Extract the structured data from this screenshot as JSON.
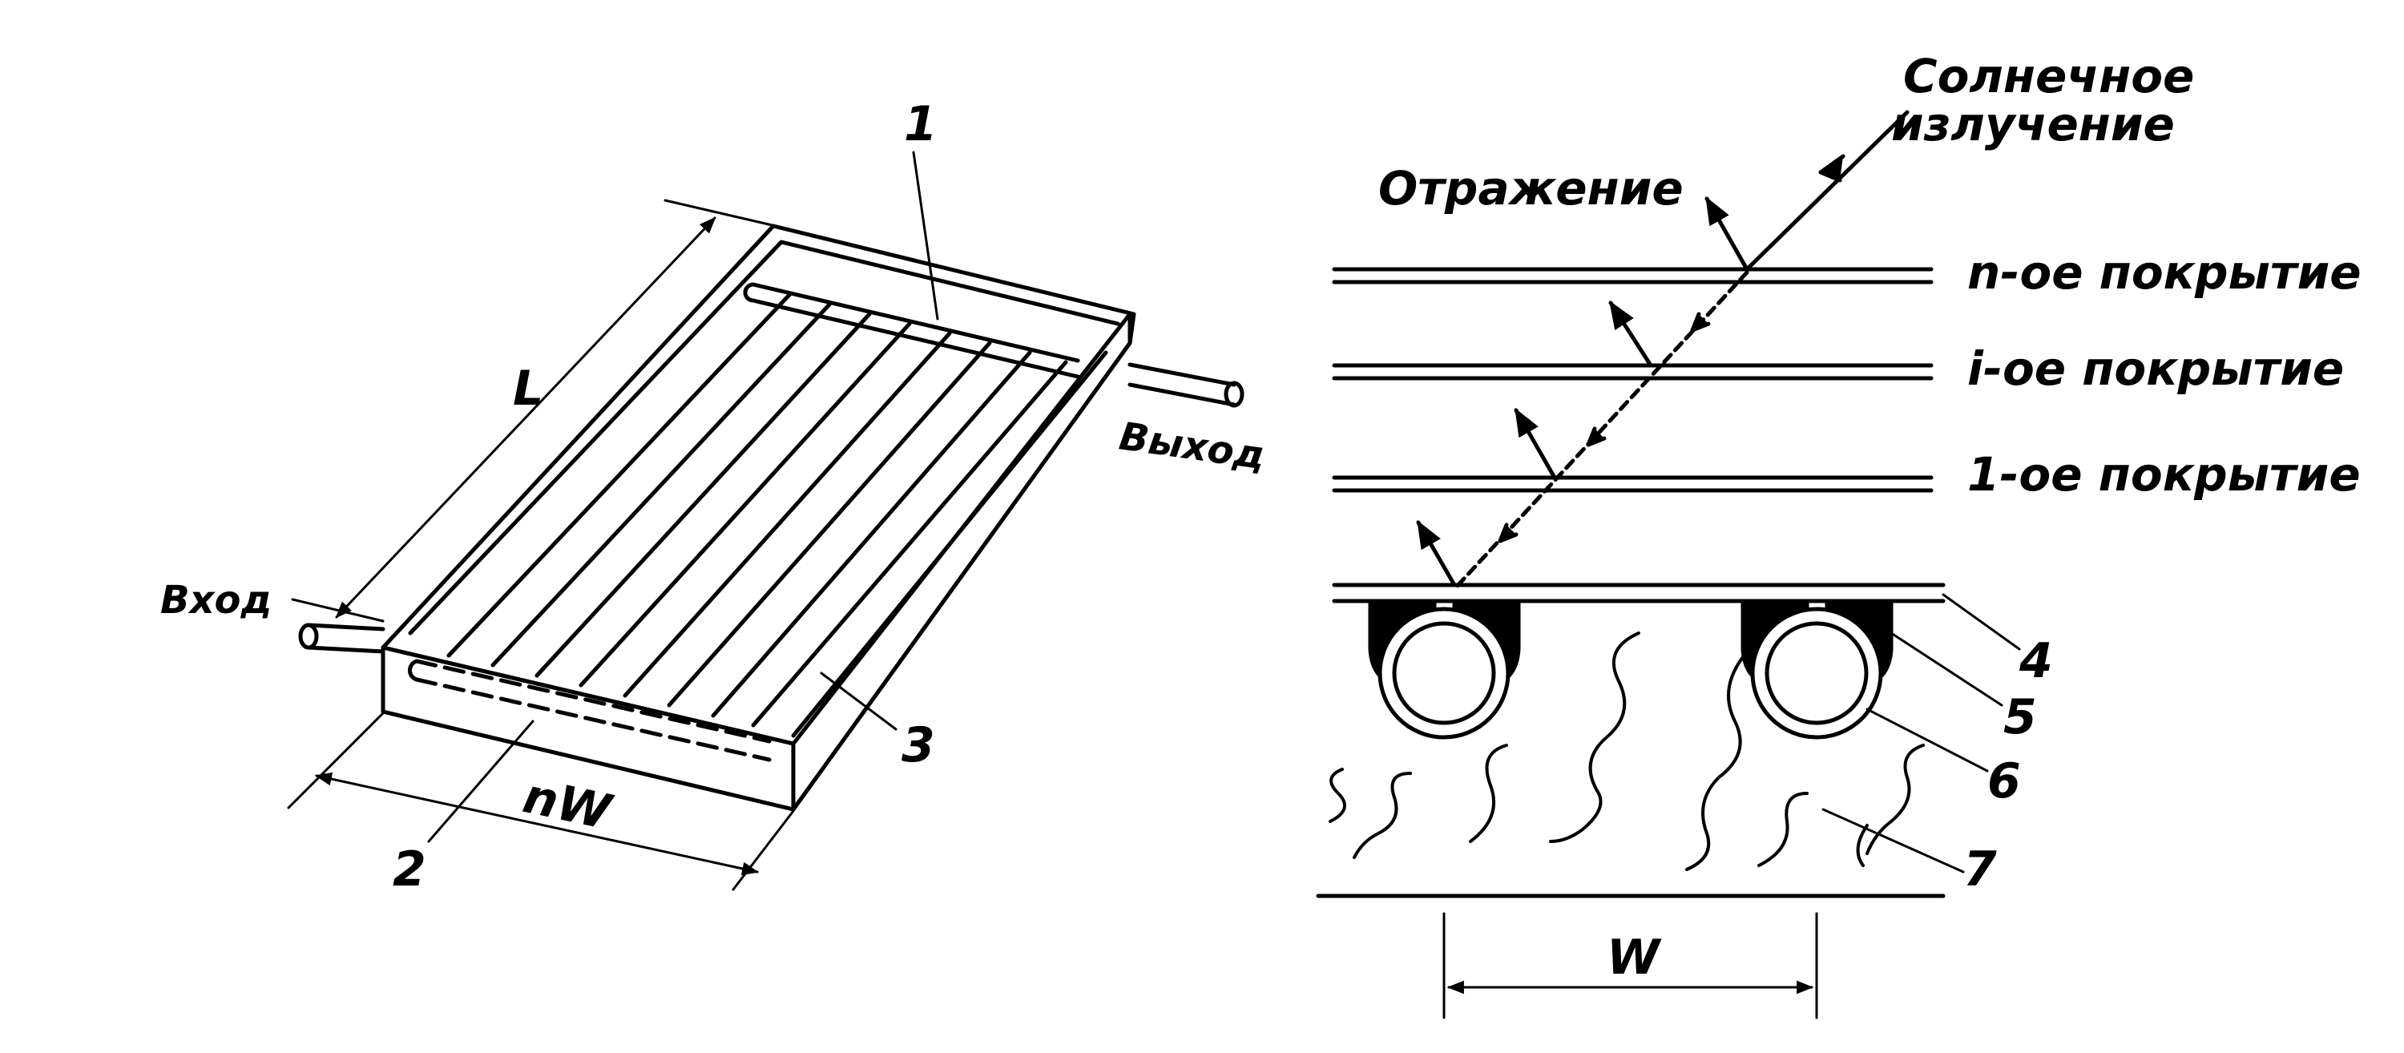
{
  "left_figure": {
    "callouts": {
      "header_top": "1",
      "header_bottom": "2",
      "riser": "3"
    },
    "inlet_label": "Вход",
    "outlet_label": "Выход",
    "length_label": "L",
    "width_label": "nW"
  },
  "right_figure": {
    "solar_label_line1": "Солнечное",
    "solar_label_line2": "излучение",
    "reflection_label": "Отражение",
    "cover_n_label": "n-ое покрытие",
    "cover_i_label": "i-ое покрытие",
    "cover_1_label": "1-ое покрытие",
    "callouts": {
      "plate": "4",
      "bond": "5",
      "tube": "6",
      "insulation": "7"
    },
    "spacing_label": "W"
  },
  "colors": {
    "ink": "#000000",
    "background": "#ffffff"
  }
}
